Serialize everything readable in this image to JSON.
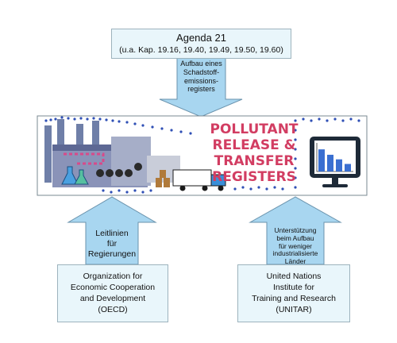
{
  "top_box": {
    "title": "Agenda 21",
    "subtitle": "(u.a. Kap. 19.16, 19.40, 19.49, 19.50, 19.60)"
  },
  "top_arrow": {
    "lines": [
      "Aufbau eines",
      "Schadstoff-",
      "emissions-",
      "registers"
    ]
  },
  "banner": {
    "lines": [
      "POLLUTANT",
      "RELEASE &",
      "TRANSFER",
      "REGISTERS"
    ],
    "monitor_bars": [
      0.82,
      0.62,
      0.45,
      0.28
    ],
    "colors": {
      "bar": "#3a6fd1",
      "title": "#d23d62",
      "dots": "#2f4fb5"
    }
  },
  "left_arrow": {
    "lines": [
      "Leitlinien",
      "für",
      "Regierungen"
    ]
  },
  "right_arrow": {
    "lines": [
      "Unterstützung",
      "beim Aufbau",
      "für weniger",
      "industrialisierte",
      "Länder"
    ]
  },
  "left_box": {
    "lines": [
      "Organization for",
      "Economic Cooperation",
      "and Development",
      "(OECD)"
    ]
  },
  "right_box": {
    "lines": [
      "United Nations",
      "Institute for",
      "Training and Research",
      "(UNITAR)"
    ]
  },
  "colors": {
    "box_fill": "#e9f6fb",
    "arrow_fill": "#a8d6f0",
    "arrow_stroke": "#6a93ad"
  }
}
